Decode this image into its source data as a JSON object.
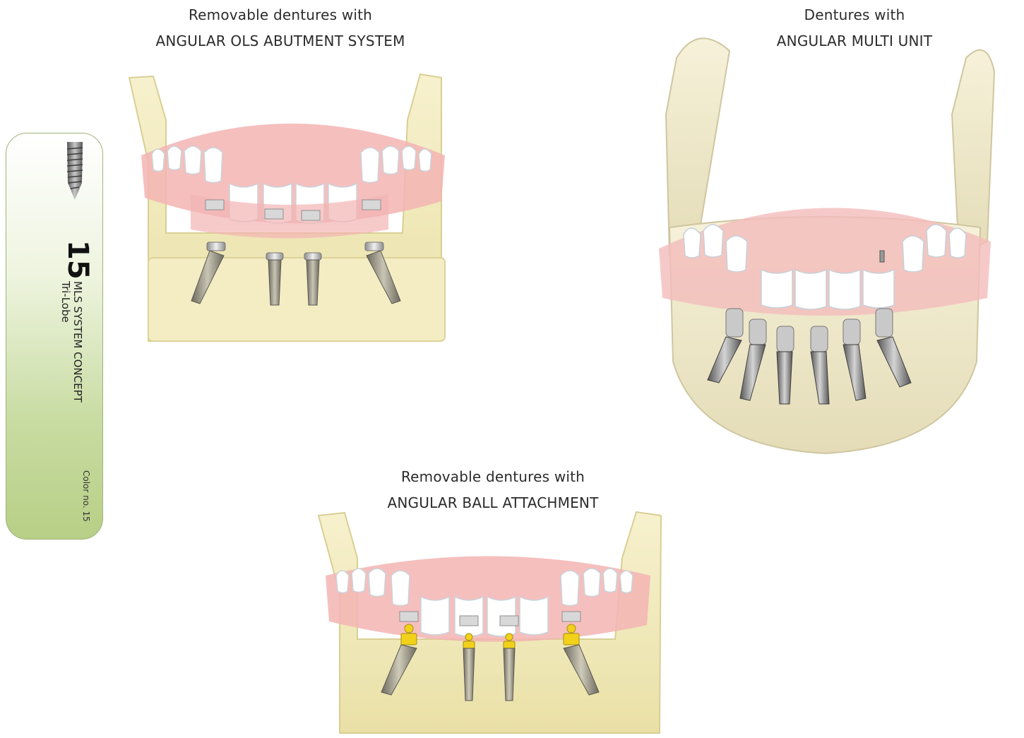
{
  "captions": {
    "ols": {
      "line1": "Removable dentures with",
      "line2": "ANGULAR OLS ABUTMENT SYSTEM"
    },
    "multi_unit": {
      "line1": "Dentures with",
      "line2": "ANGULAR MULTI UNIT"
    },
    "ball": {
      "line1": "Removable dentures with",
      "line2": "ANGULAR BALL ATTACHMENT"
    }
  },
  "side_tab": {
    "number": "15",
    "title": "MLS SYSTEM CONCEPT",
    "subtitle": "Tri-Lobe",
    "color_label": "Color no. 15",
    "accent_color": "#b7cf86"
  },
  "colors": {
    "bone": "#f2ecc4",
    "gum": "#f4b7b7",
    "tooth": "#ffffff",
    "implant": "#8a8a88",
    "ball_attachment": "#f2d11b"
  }
}
